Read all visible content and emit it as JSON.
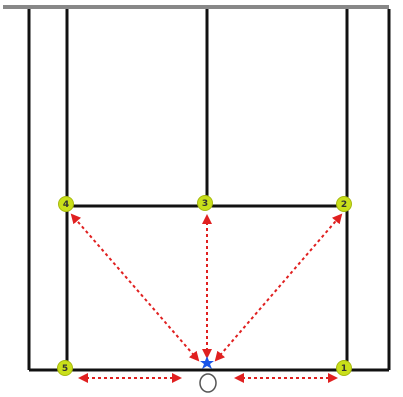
{
  "colors": {
    "background": "#ffffff",
    "court_line": "#111111",
    "net": "#888888",
    "arrow": "#e02020",
    "cone": "#c9df1a",
    "cone_edge": "#a7b911",
    "start_marker": "#1a56e8",
    "player_ring": "#555555"
  },
  "icons": {
    "cone": "tennis-ball-cone-icon",
    "start": "blue-star-icon",
    "player": "player-ring-icon"
  },
  "cones": [
    {
      "id": "1",
      "label": "1"
    },
    {
      "id": "2",
      "label": "2"
    },
    {
      "id": "3",
      "label": "3"
    },
    {
      "id": "4",
      "label": "4"
    },
    {
      "id": "5",
      "label": "5"
    }
  ]
}
